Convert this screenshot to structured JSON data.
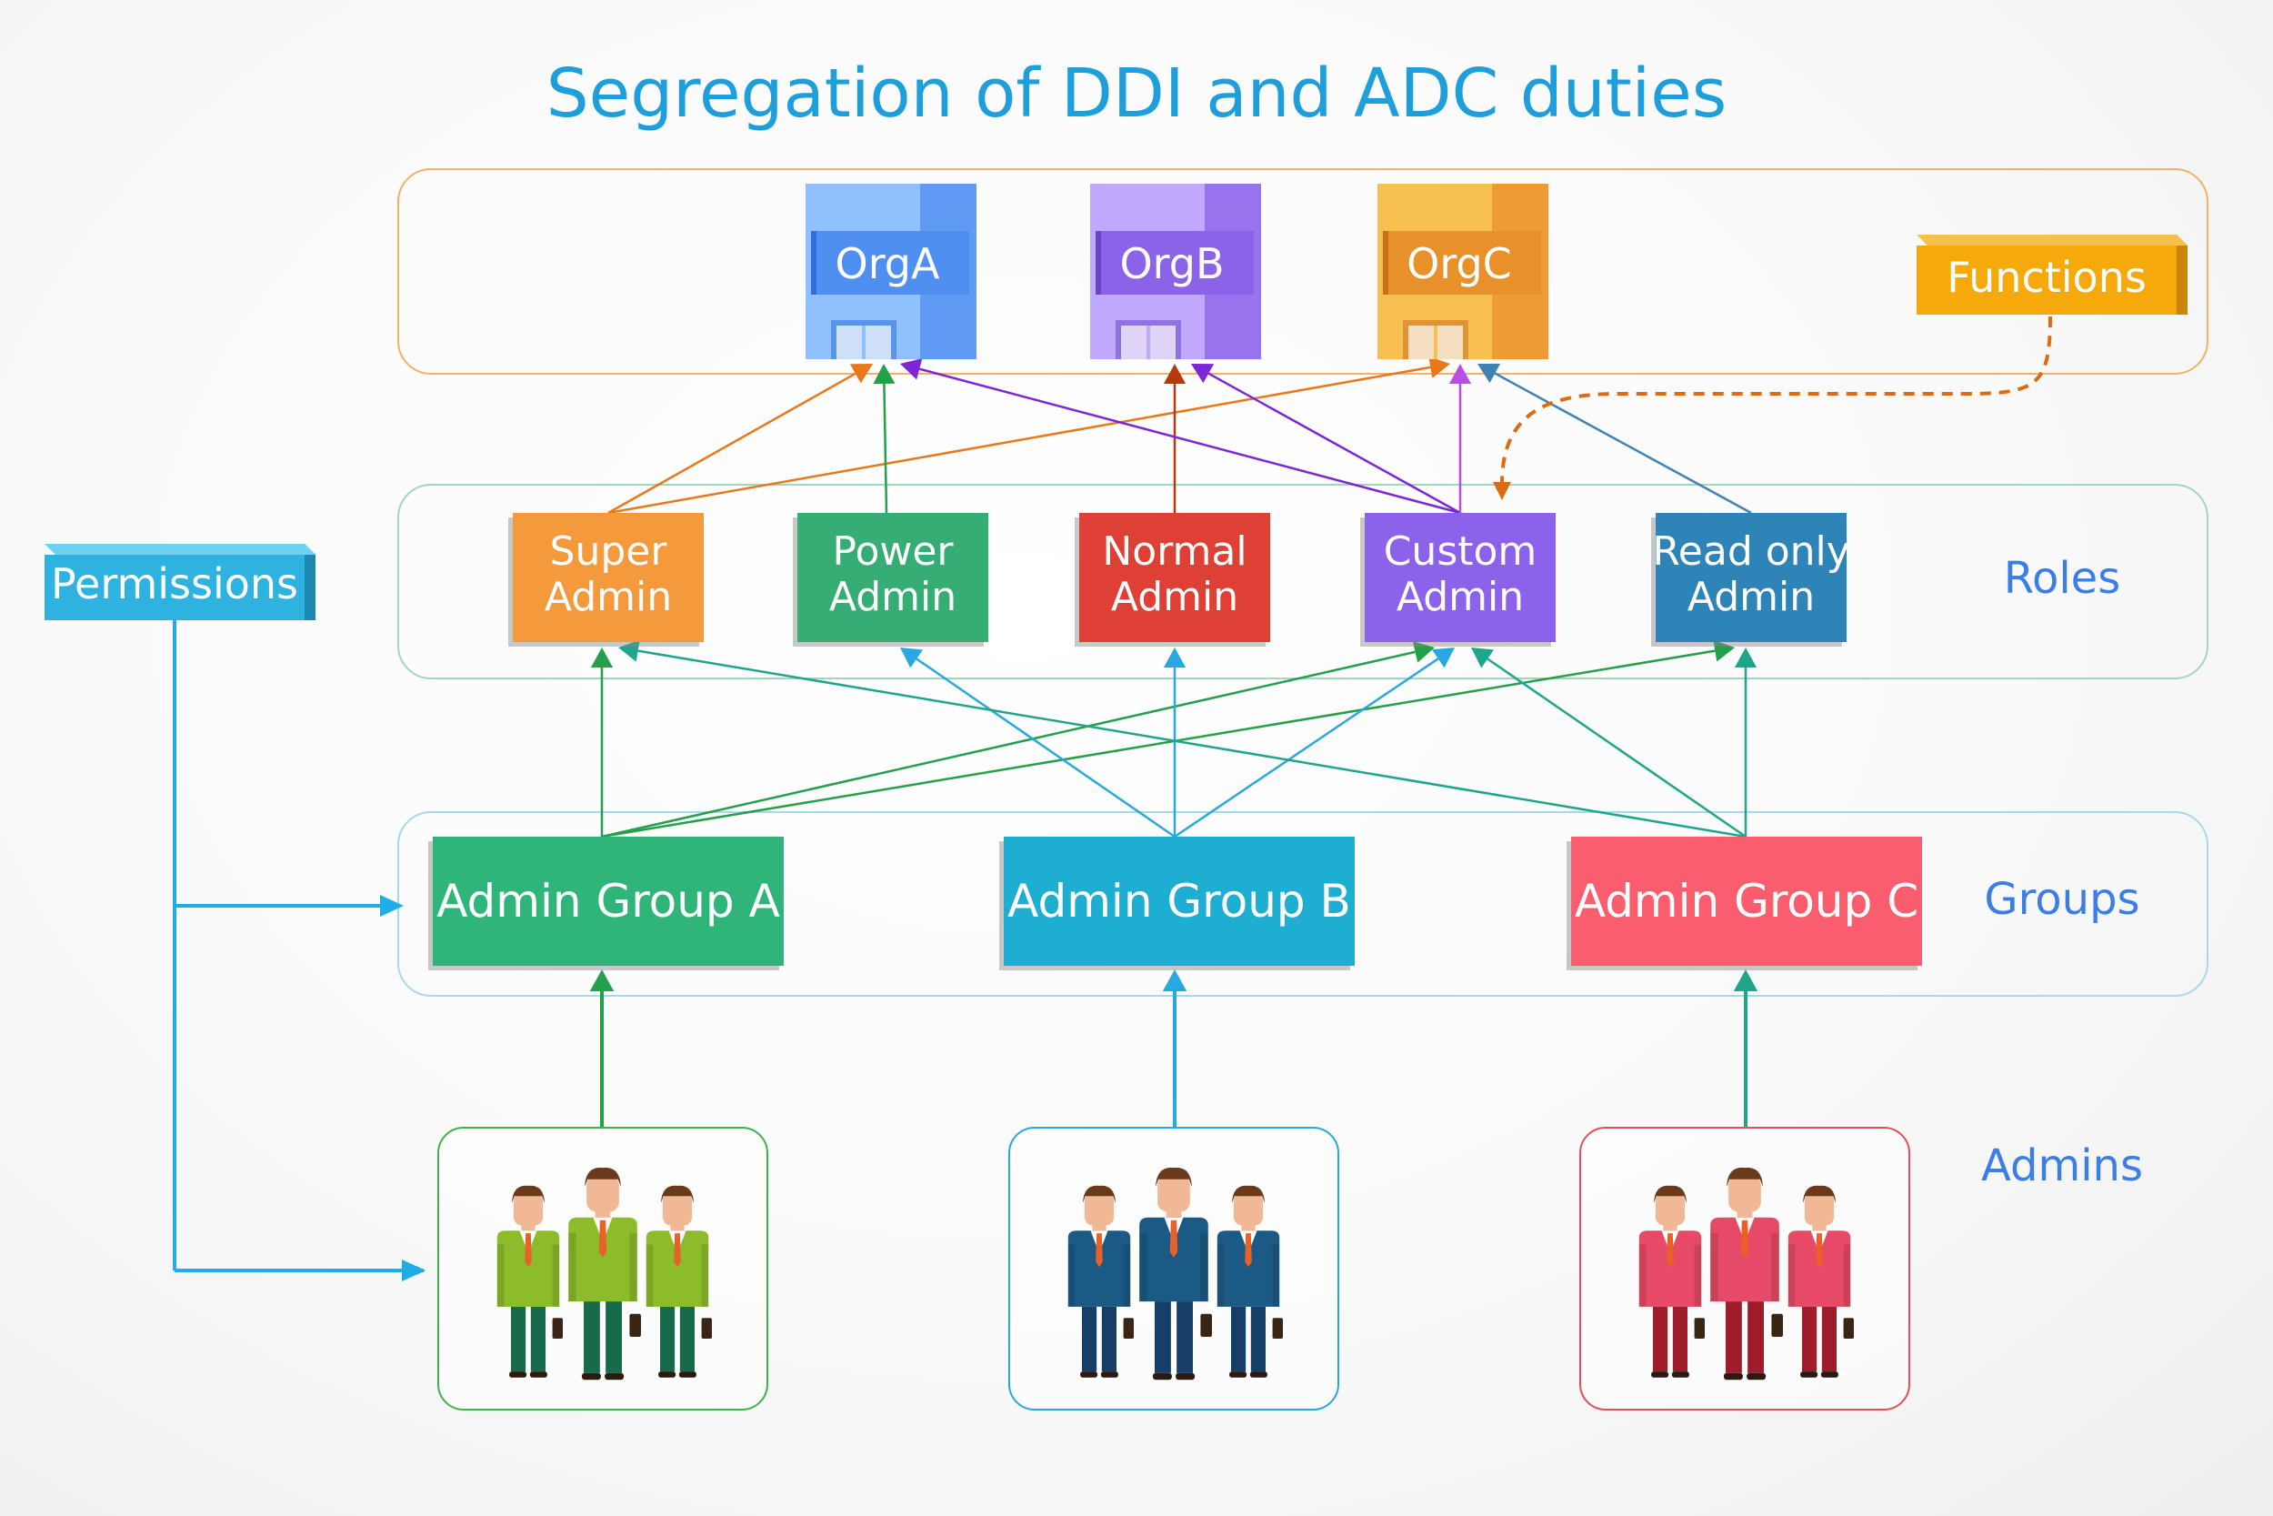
{
  "title": "Segregation of DDI and ADC duties",
  "orgs": [
    {
      "label": "OrgA",
      "color": "#4f8ff0",
      "light": "#8fc0ff",
      "dark": "#2f6fd8"
    },
    {
      "label": "OrgB",
      "color": "#8a63e8",
      "light": "#c0a8ff",
      "dark": "#6a45c8"
    },
    {
      "label": "OrgC",
      "color": "#e8902a",
      "light": "#f8c050",
      "dark": "#c8701a"
    }
  ],
  "functions_label": "Functions",
  "permissions_label": "Permissions",
  "roles": [
    {
      "line1": "Super",
      "line2": "Admin",
      "color": "#f59a3c"
    },
    {
      "line1": "Power",
      "line2": "Admin",
      "color": "#35ad74"
    },
    {
      "line1": "Normal",
      "line2": "Admin",
      "color": "#de4036"
    },
    {
      "line1": "Custom",
      "line2": "Admin",
      "color": "#8c62ea"
    },
    {
      "line1": "Read only",
      "line2": "Admin",
      "color": "#2e84b6"
    }
  ],
  "groups": [
    {
      "label": "Admin Group A",
      "color": "#2fb57a",
      "suit": "#8cbc2a",
      "pants": "#176b4a"
    },
    {
      "label": "Admin Group B",
      "color": "#1eaed2",
      "suit": "#1c5a86",
      "pants": "#163e66"
    },
    {
      "label": "Admin Group C",
      "color": "#fa5e6e",
      "suit": "#e64a66",
      "pants": "#a01c2a"
    }
  ],
  "row_labels": {
    "roles": "Roles",
    "groups": "Groups",
    "admins": "Admins"
  },
  "colors": {
    "title": "#1e9fdc",
    "row_label": "#3c7ee8",
    "functions": "#f5a90a",
    "permissions": "#2eb3e0",
    "skin": "#f0b894"
  }
}
